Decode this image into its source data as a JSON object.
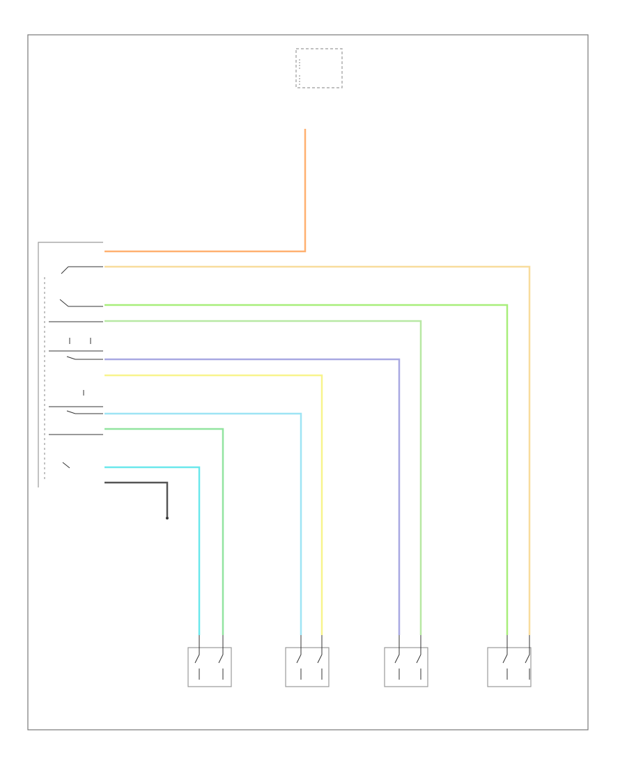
{
  "figure_id": "",
  "colors": {
    "orange": "#ffb070",
    "tan": "#f8dc9c",
    "light_green": "#a8ee7a",
    "dark_green_tan": "#b8e8a4",
    "blue_purple": "#a8a8e2",
    "yellow": "#f8f48c",
    "light_blue": "#9ee4f4",
    "light_blue_green": "#92e4a0",
    "cyan": "#6ae8ec",
    "black": "#555555"
  },
  "top_block": {
    "line1": "",
    "line2": "",
    "items": [
      "",
      "",
      "",
      "",
      ""
    ],
    "side_note": [
      "",
      "",
      "",
      ""
    ]
  },
  "feed_labels": [
    "",
    "",
    "",
    "",
    ""
  ],
  "switch_assembly": {
    "label_line1": "",
    "label_line2": "",
    "inner_labels": [
      "",
      "",
      "",
      "",
      "",
      "",
      "",
      "",
      "",
      ""
    ]
  },
  "ground": {
    "wire_label": "",
    "pin_a": "",
    "pin_b": "",
    "caption": [
      "",
      "",
      ""
    ]
  },
  "connector_pins": [
    "",
    "",
    "",
    "",
    "",
    "",
    "",
    "",
    "",
    ""
  ],
  "wires": [
    {
      "id": "w1",
      "color": "orange",
      "label": ""
    },
    {
      "id": "w2",
      "color": "tan",
      "label": ""
    },
    {
      "id": "w3",
      "color": "light_green",
      "label": ""
    },
    {
      "id": "w4",
      "color": "dark_green_tan",
      "label": ""
    },
    {
      "id": "w5",
      "color": "blue_purple",
      "label": ""
    },
    {
      "id": "w6",
      "color": "yellow",
      "label": ""
    },
    {
      "id": "w7",
      "color": "light_blue",
      "label": ""
    },
    {
      "id": "w8",
      "color": "light_blue_green",
      "label": ""
    },
    {
      "id": "w9",
      "color": "cyan",
      "label": ""
    },
    {
      "id": "w10",
      "color": "black",
      "label": ""
    }
  ],
  "motors": [
    {
      "pins": [
        "",
        ""
      ],
      "caption": [
        "",
        "",
        "",
        ""
      ]
    },
    {
      "pins": [
        "",
        ""
      ],
      "caption": [
        "",
        "",
        "",
        "",
        ""
      ]
    },
    {
      "pins": [
        "",
        ""
      ],
      "caption": [
        "",
        "",
        "",
        "",
        ""
      ]
    },
    {
      "pins": [
        "",
        ""
      ],
      "caption": [
        "",
        "",
        "",
        ""
      ]
    }
  ]
}
